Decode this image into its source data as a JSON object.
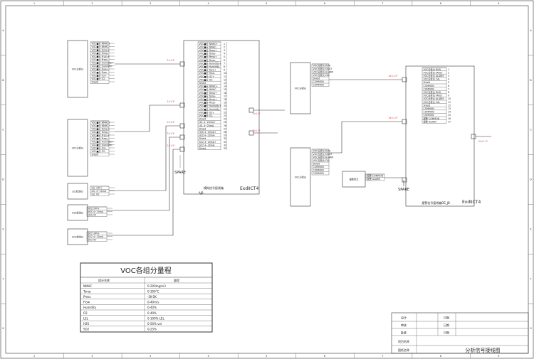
{
  "frame": {
    "col_labels": [
      "1",
      "2",
      "3",
      "4",
      "5",
      "6",
      "7",
      "8",
      "9"
    ],
    "row_labels": [
      "A",
      "B",
      "C",
      "D",
      "E",
      "F",
      "G"
    ]
  },
  "left_devices": [
    {
      "name": "VOC分析仪",
      "rows": [
        "VOC■分 NMHC+",
        "VOC■分 NMHC-",
        "VOC■分 Temp+",
        "VOC■分 Temp-",
        "VOC■分 Press+",
        "VOC■分 Press-",
        "VOC■分 Humidity+",
        "VOC■分 Humidity-",
        "VOC■分 Flow+",
        "VOC■分 Flow-",
        "VOC■分 O2+",
        "VOC■分 O2-",
        "Shield"
      ]
    },
    {
      "name": "VOC分析仪",
      "rows": [
        "VOC■分 NMHC+",
        "VOC■分 NMHC-",
        "VOC■分 Temp+",
        "VOC■分 Temp-",
        "VOC■分 Press+",
        "VOC■分 Press-",
        "VOC■分 Humidity+",
        "VOC■分 Humidity-",
        "VOC■分 O2+",
        "VOC■分 O2-",
        "Shield"
      ]
    },
    {
      "name": "LEL检测仪",
      "rows": [
        "LEL 24V+",
        "LEL 4~20mA",
        "LEL 0V"
      ]
    },
    {
      "name": "H2S检测仪",
      "rows": [
        "H2S 24V+",
        "H2S 4~20mA",
        "H2S 0V"
      ]
    },
    {
      "name": "SO2检测仪",
      "rows": [
        "SO2 24V+",
        "SO2 4~20mA",
        "SO2 0V"
      ]
    }
  ],
  "analog_box": {
    "title": "模拟信号接线箱",
    "tag": "AJB",
    "rating": "ExdIICT4",
    "spare": "SPARE",
    "rows": [
      "VOC■分 NMHC+",
      "VOC■分 NMHC-",
      "VOC■分 Temp+",
      "VOC■分 Temp-",
      "VOC■分 Press+",
      "VOC■分 Press-",
      "VOC■分 Humidity+",
      "VOC■分 Humidity-",
      "VOC■分 Flow+",
      "VOC■分 Flow-",
      "VOC■分 O2+",
      "VOC■分 O2-",
      "Shield",
      "VOC■分 NMHC+",
      "VOC■分 NMHC-",
      "VOC■分 Temp+",
      "VOC■分 Temp-",
      "VOC■分 Press+",
      "VOC■分 Press-",
      "VOC■分 Humidity+",
      "VOC■分 Humidity-",
      "VOC■分 O2+",
      "VOC■分 O2-",
      "Shield",
      "LEL 4~20mA+",
      "LEL 4~20mA-",
      "Shield",
      "H2S 4~20mA+",
      "H2S 4~20mA-",
      "Shield",
      "SO2 4~20mA+",
      "SO2 4~20mA-",
      "Shield"
    ]
  },
  "mid_devices": [
    {
      "name": "VOC分析仪",
      "rows": [
        "VOC分析仪 RUN",
        "VOC分析仪 FAULT",
        "VOC分析仪 ALARM",
        "VOC分析仪 CAL",
        "Shield",
        "COMMON",
        "COMMON"
      ]
    },
    {
      "name": "VOC分析仪",
      "rows": [
        "VOC分析仪 RUN",
        "VOC分析仪 FAULT",
        "VOC分析仪 ALARM",
        "VOC分析仪 CAL",
        "Shield",
        "COMMON",
        "COMMON",
        "COMMON"
      ]
    },
    {
      "name": "报警单元",
      "rows": [
        "报警 COMMON",
        "报警 ALARM"
      ]
    }
  ],
  "alarm_box": {
    "title": "报警信号接线箱",
    "tag": "DS_JB",
    "rating": "ExdIICT4",
    "spare": "SPARE",
    "rows": [
      "VOC分析仪 RUN",
      "VOC分析仪 FAULT",
      "VOC分析仪 ALARM",
      "VOC分析仪 CAL",
      "Shield",
      "COMMON",
      "COMMON",
      "VOC分析仪 RUN",
      "VOC分析仪 FAULT",
      "VOC分析仪 ALARM",
      "VOC分析仪 CAL",
      "Shield",
      "COMMON",
      "COMMON",
      "COMMON",
      "报警 COMMON",
      "报警 ALARM"
    ]
  },
  "cable_labels": [
    "2×1.5²",
    "2×1.5²",
    "2×1.5²",
    "3×1.5²",
    "2×1.5²",
    "3×1.5²",
    "3×1.5²",
    "24×1.5²",
    "24×1.5²"
  ],
  "range_table": {
    "title": "VOC各组分量程",
    "headers": [
      "组分名称",
      "量程"
    ],
    "rows": [
      [
        "NMHC",
        "0-200mg/m3"
      ],
      [
        "Temp",
        "0-300°C"
      ],
      [
        "Press",
        "-5K-5K"
      ],
      [
        "Flow",
        "0-40m/s"
      ],
      [
        "Humidity",
        "0-40%"
      ],
      [
        "O2",
        "0-40%"
      ],
      [
        "LEL",
        "0-100%  LEL"
      ],
      [
        "H2S",
        "0-50%  vol"
      ],
      [
        "SO2",
        "0-25%"
      ]
    ]
  },
  "title_block": {
    "rows": [
      {
        "label": "设计",
        "date_label": "日期"
      },
      {
        "label": "审核",
        "date_label": "日期"
      },
      {
        "label": "批准",
        "date_label": "日期"
      }
    ],
    "project_label": "项目名称",
    "drawing_label": "图纸名称",
    "drawing_name": "分析信号接线图"
  }
}
